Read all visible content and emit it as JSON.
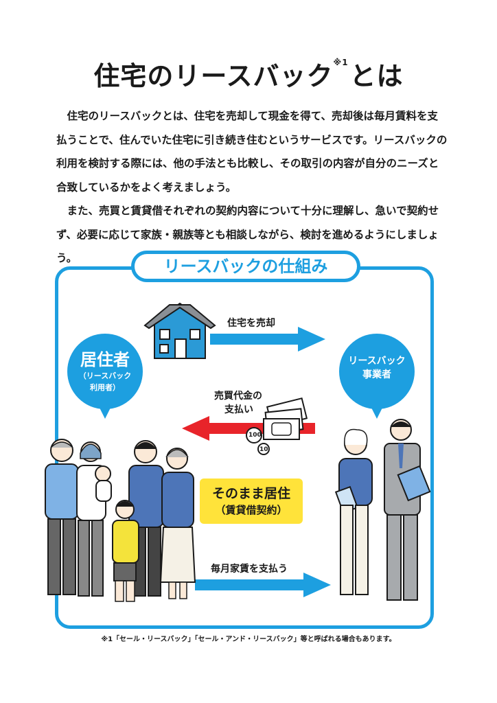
{
  "header": {
    "title": "住宅のリースバック",
    "title_note": "※1",
    "title_suffix": "とは"
  },
  "intro": {
    "paragraphs": [
      "住宅のリースバックとは、住宅を売却して現金を得て、売却後は毎月賃料を支払うことで、住んでいた住宅に引き続き住むというサービスです。リースバックの利用を検討する際には、他の手法とも比較し、その取引の内容が自分のニーズと合致しているかをよく考えましょう。",
      "また、売買と賃貸借それぞれの契約内容について十分に理解し、急いで契約せず、必要に応じて家族・親族等とも相談しながら、検討を進めるようにしましょう。"
    ]
  },
  "diagram": {
    "title": "リースバックの仕組み",
    "resident": {
      "main": "居住者",
      "sub1": "（リースバック",
      "sub2": "利用者）"
    },
    "operator": {
      "line1": "リースバック",
      "line2": "事業者"
    },
    "sell_label": "住宅を売却",
    "payment_label1": "売買代金の",
    "payment_label2": "支払い",
    "coin_100": "100",
    "coin_10": "10",
    "continue_main": "そのまま居住",
    "continue_sub": "（賃貸借契約）",
    "rent_label": "毎月家賃を支払う",
    "colors": {
      "accent": "#1d9fe0",
      "red": "#e8242a",
      "yellow": "#ffe33a"
    }
  },
  "footnote": "※1「セール・リースバック」「セール・アンド・リースバック」等と呼ばれる場合もあります。"
}
